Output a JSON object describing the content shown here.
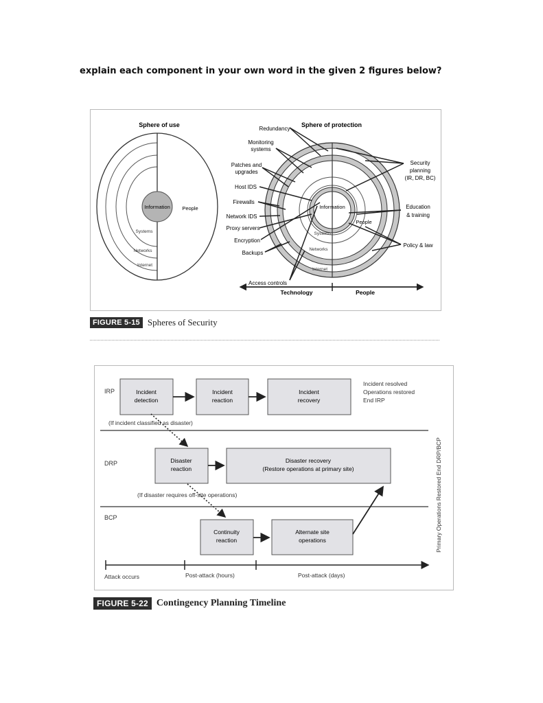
{
  "question": "explain each component in your own word in the given 2 figures below?",
  "figure1": {
    "caption_num": "FIGURE 5-15",
    "caption_title": "Spheres of Security",
    "sphere_of_use": {
      "title": "Sphere of use",
      "information": "Information",
      "people": "People",
      "systems": "Systems",
      "networks": "Networks",
      "internet": "Internet"
    },
    "sphere_of_protection": {
      "title": "Sphere of protection",
      "redundancy": "Redundancy",
      "monitoring_1": "Monitoring",
      "monitoring_2": "systems",
      "patches_1": "Patches and",
      "patches_2": "upgrades",
      "host_ids": "Host IDS",
      "firewalls": "Firewalls",
      "network_ids": "Network IDS",
      "proxy_servers": "Proxy servers",
      "encryption": "Encryption",
      "backups": "Backups",
      "access_controls": "Access controls",
      "information": "Information",
      "people": "People",
      "systems": "Systems",
      "networks": "Networks",
      "internet": "Internet",
      "security_planning_1": "Security",
      "security_planning_2": "planning",
      "security_planning_3": "(IR, DR, BC)",
      "education_1": "Education",
      "education_2": "& training",
      "policy_law": "Policy & law",
      "technology": "Technology",
      "people_axis": "People"
    }
  },
  "figure2": {
    "caption_num": "FIGURE 5-22",
    "caption_title": "Contingency Planning Timeline",
    "lanes": {
      "irp": "IRP",
      "drp": "DRP",
      "bcp": "BCP"
    },
    "boxes": {
      "incident_detection_1": "Incident",
      "incident_detection_2": "detection",
      "incident_reaction_1": "Incident",
      "incident_reaction_2": "reaction",
      "incident_recovery_1": "Incident",
      "incident_recovery_2": "recovery",
      "disaster_reaction_1": "Disaster",
      "disaster_reaction_2": "reaction",
      "disaster_recovery_1": "Disaster recovery",
      "disaster_recovery_2": "(Restore operations at primary site)",
      "continuity_reaction_1": "Continuity",
      "continuity_reaction_2": "reaction",
      "alternate_site_1": "Alternate site",
      "alternate_site_2": "operations"
    },
    "notes": {
      "resolved_1": "Incident resolved",
      "resolved_2": "Operations restored",
      "resolved_3": "End IRP",
      "if_disaster": "(If incident classified as disaster)",
      "if_offsite": "(If disaster requires off-site operations)",
      "vertical": "Primary Operations Restored End DRP/BCP"
    },
    "timeline": {
      "attack": "Attack occurs",
      "hours": "Post-attack (hours)",
      "days": "Post-attack (days)"
    }
  }
}
